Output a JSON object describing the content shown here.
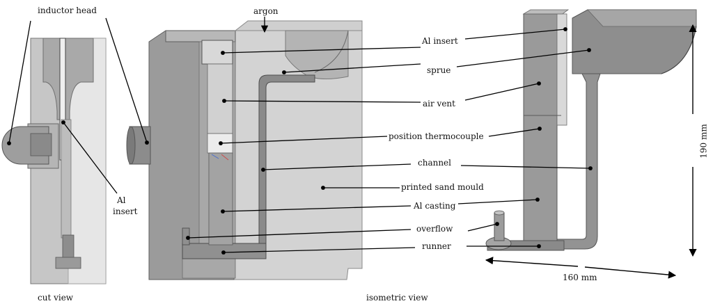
{
  "labels": {
    "inductor_head": "inductor head",
    "argon": "argon",
    "al_insert_left_1": "Al",
    "al_insert_left_2": "insert",
    "al_insert": "Al insert",
    "sprue": "sprue",
    "air_vent": "air vent",
    "position_thermocouple": "position thermocouple",
    "channel": "channel",
    "printed_sand_mould": "printed sand mould",
    "al_casting": "Al casting",
    "overflow": "overflow",
    "runner": "runner"
  },
  "dimensions": {
    "height": "190 mm",
    "width": "160 mm"
  },
  "captions": {
    "cut_view": "cut view",
    "isometric_view": "isometric view"
  },
  "colors": {
    "mould_dark": "#8c8c8c",
    "mould_mid": "#a6a6a6",
    "mould_light": "#d9d9d9",
    "part": "#8f8f8f",
    "line": "#000000"
  }
}
